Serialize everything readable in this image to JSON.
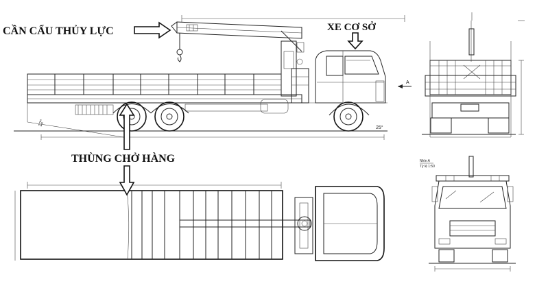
{
  "labels": {
    "crane": "CẦN CẨU THỦY LỰC",
    "chassis": "XE CƠ SỞ",
    "cargo_box": "THÙNG CHỞ HÀNG",
    "view_marker": "A",
    "view_title": "Nhìn A",
    "view_scale": "Tỷ lệ 1:50"
  },
  "colors": {
    "line": "#222222",
    "text": "#111111",
    "background": "#ffffff"
  }
}
